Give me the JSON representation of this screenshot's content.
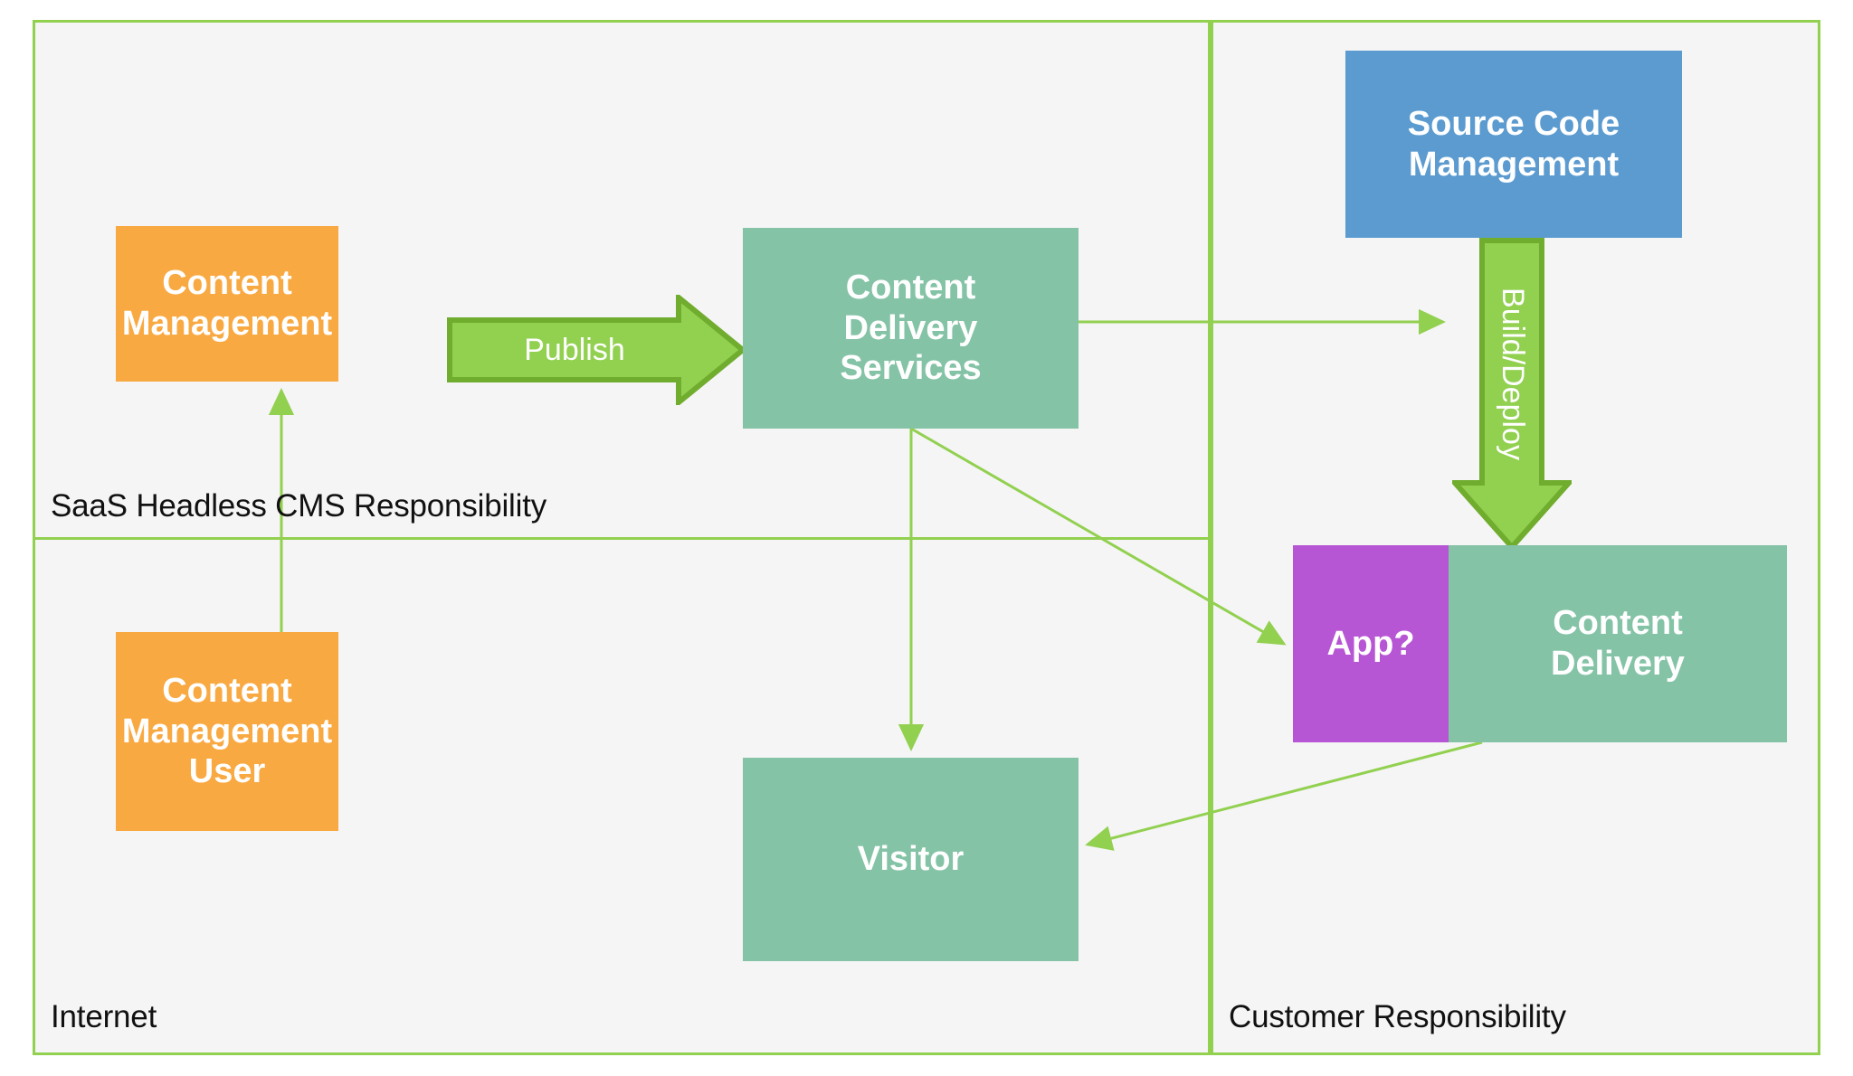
{
  "diagram": {
    "title": "SaaS Headless CMS architecture responsibility diagram",
    "colors": {
      "orange": "#f9a942",
      "green": "#84c3a6",
      "blue": "#5b9bd0",
      "purple": "#b756d4",
      "arrow_fill": "#92d050",
      "arrow_stroke": "#70ad2f",
      "zone_border": "#92d050",
      "zone_background": "#f5f5f5",
      "connector": "#92d050",
      "label_text": "#111111",
      "node_text": "#ffffff"
    },
    "zones": [
      {
        "id": "saas",
        "label": "SaaS Headless CMS Responsibility"
      },
      {
        "id": "internet",
        "label": "Internet"
      },
      {
        "id": "customer",
        "label": "Customer Responsibility"
      }
    ],
    "nodes": [
      {
        "id": "content-management",
        "label": "Content\nManagement",
        "color": "orange"
      },
      {
        "id": "content-management-user",
        "label": "Content\nManagement\nUser",
        "color": "orange"
      },
      {
        "id": "cds",
        "label": "Content\nDelivery\nServices",
        "color": "green"
      },
      {
        "id": "visitor",
        "label": "Visitor",
        "color": "green"
      },
      {
        "id": "scm",
        "label": "Source Code\nManagement",
        "color": "blue"
      },
      {
        "id": "app",
        "label": "App?",
        "color": "purple"
      },
      {
        "id": "content-delivery",
        "label": "Content\nDelivery",
        "color": "green"
      }
    ],
    "block_arrows": [
      {
        "id": "publish",
        "label": "Publish",
        "direction": "right"
      },
      {
        "id": "build",
        "label": "Build/Deploy",
        "direction": "down"
      }
    ],
    "connectors": [
      {
        "id": "user-to-cm",
        "from": "content-management-user",
        "to": "content-management"
      },
      {
        "id": "cds-to-build",
        "from": "cds",
        "to": "build-arrow"
      },
      {
        "id": "cds-to-visitor",
        "from": "cds",
        "to": "visitor"
      },
      {
        "id": "cds-to-app",
        "from": "cds",
        "to": "app"
      },
      {
        "id": "delivery-to-visitor",
        "from": "content-delivery",
        "to": "visitor"
      }
    ]
  }
}
